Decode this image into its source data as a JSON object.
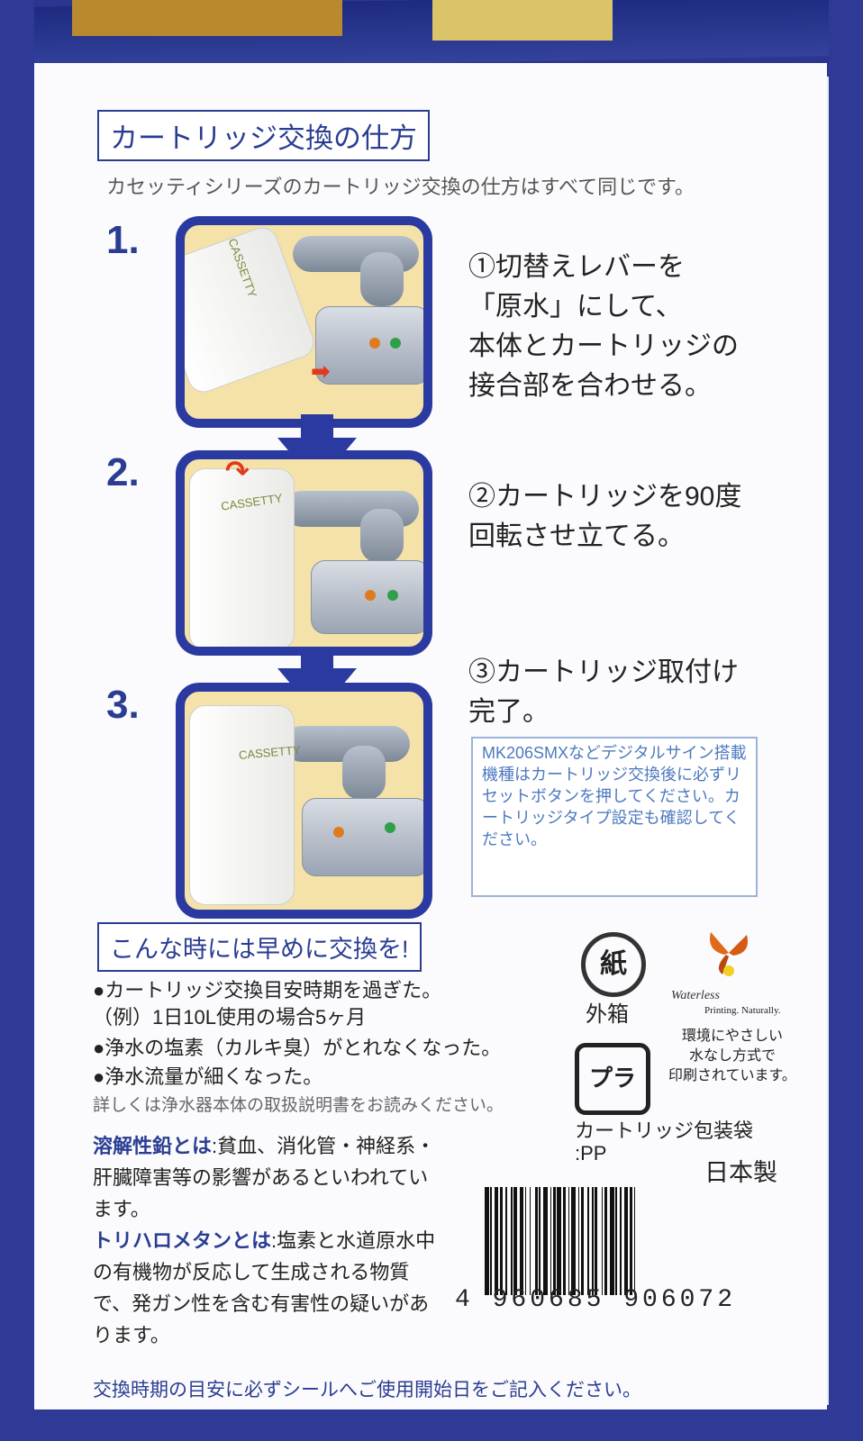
{
  "header": {
    "section_title": "カートリッジ交換の仕方",
    "subtitle": "カセッティシリーズのカートリッジ交換の仕方はすべて同じです。"
  },
  "steps": [
    {
      "number": "1.",
      "text": "①切替えレバーを\n「原水」にして、\n本体とカートリッジの\n接合部を合わせる。",
      "cartridge_label": "CASSETTY"
    },
    {
      "number": "2.",
      "text": "②カートリッジを90度\n回転させ立てる。",
      "cartridge_label": "CASSETTY"
    },
    {
      "number": "3.",
      "text": "③カートリッジ取付け\n完了。",
      "cartridge_label": "CASSETTY"
    }
  ],
  "note": "MK206SMXなどデジタルサイン搭載機種はカートリッジ交換後に必ずリセットボタンを押してください。カートリッジタイプ設定も確認してください。",
  "replace_early": {
    "title": "こんな時には早めに交換を!",
    "items": [
      "●カートリッジ交換目安時期を過ぎた。",
      "（例）1日10L使用の場合5ヶ月",
      "●浄水の塩素（カルキ臭）がとれなくなった。",
      "●浄水流量が細くなった。"
    ],
    "detail": "詳しくは浄水器本体の取扱説明書をお読みください。"
  },
  "lead": {
    "term": "溶解性鉛とは",
    "text": ":貧血、消化管・神経系・肝臓障害等の影響があるといわれています。"
  },
  "thm": {
    "term": "トリハロメタンとは",
    "text": ":塩素と水道原水中の有機物が反応して生成される物質で、発ガン性を含む有害性の疑いがあります。"
  },
  "footer": "交換時期の目安に必ずシールへご使用開始日をご記入ください。",
  "marks": {
    "paper_mark": "紙",
    "paper_label": "外箱",
    "pla_mark": "プラ",
    "pla_label": "カートリッジ包装袋",
    "pla_material": ":PP",
    "waterless_brand": "Waterless",
    "waterless_tagline": "Printing. Naturally.",
    "eco_text": "環境にやさしい\n水なし方式で\n印刷されています。",
    "made_in": "日本製"
  },
  "barcode": "4  960685  906072",
  "colors": {
    "brand_blue": "#2a3d92",
    "frame_blue": "#2b3aa0",
    "cream": "#f4e2a9",
    "note_blue": "#4d79bf"
  }
}
